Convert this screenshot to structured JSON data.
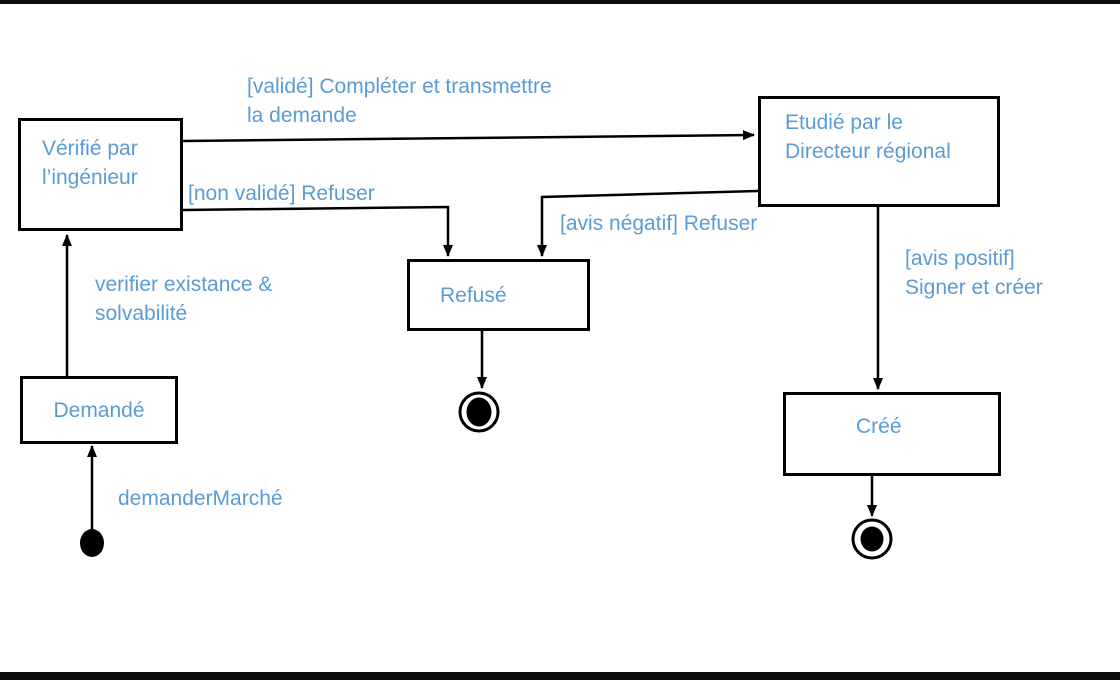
{
  "diagram": {
    "type": "uml-state-diagram",
    "accent_color": "#5b9bd5",
    "states": {
      "verifie": {
        "line1": "Vérifié par",
        "line2": "l’ingénieur"
      },
      "etudie": {
        "line1": "Etudié par le",
        "line2": "Directeur régional"
      },
      "refuse": {
        "label": "Refusé"
      },
      "demande": {
        "label": "Demandé"
      },
      "cree": {
        "label": "Créé"
      }
    },
    "transitions": {
      "demander_marche": {
        "label": "demanderMarché"
      },
      "verifier_existance": {
        "line1": "verifier existance &",
        "line2": "solvabilité"
      },
      "valide": {
        "line1": "[validé] Compléter et transmettre",
        "line2": "la demande"
      },
      "non_valide": {
        "label": "[non validé] Refuser"
      },
      "avis_negatif": {
        "label": "[avis négatif] Refuser"
      },
      "avis_positif": {
        "line1": "[avis positif]",
        "line2": "Signer et créer"
      }
    }
  }
}
